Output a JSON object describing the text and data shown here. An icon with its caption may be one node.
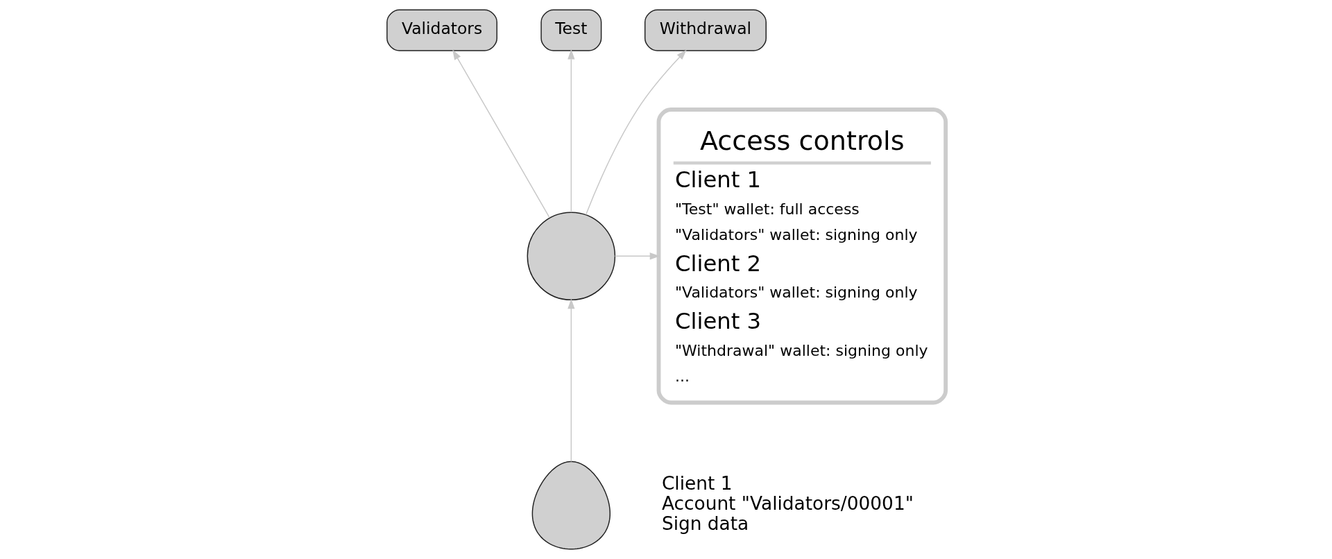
{
  "diagram": {
    "nodes": [
      {
        "text": [
          "Validators"
        ]
      },
      {
        "text": [
          "Test"
        ]
      },
      {
        "text": [
          "Withdrawal"
        ]
      },
      {
        "text": [],
        "shape": "circle"
      },
      {
        "text": [
          "Access controls",
          "Client 1",
          "\"Test\" wallet: full access",
          "\"Validators\" wallet: signing only",
          "Client 2",
          "\"Validators\" wallet: signing only",
          "Client 3",
          "\"Withdrawal\" wallet: signing only",
          "..."
        ]
      },
      {
        "text": [],
        "shape": "person",
        "beside": [
          "Client 1",
          "Account \"Validators/00001\"",
          "Sign data"
        ]
      }
    ],
    "edges": [
      {
        "from": 3,
        "to": 0,
        "arrow": "to"
      },
      {
        "from": 3,
        "to": 1,
        "arrow": "to"
      },
      {
        "from": 3,
        "to": 2,
        "arrow": "to"
      },
      {
        "from": 3,
        "to": 4,
        "arrow": "to"
      },
      {
        "from": 5,
        "to": 3,
        "arrow": "to"
      }
    ]
  }
}
